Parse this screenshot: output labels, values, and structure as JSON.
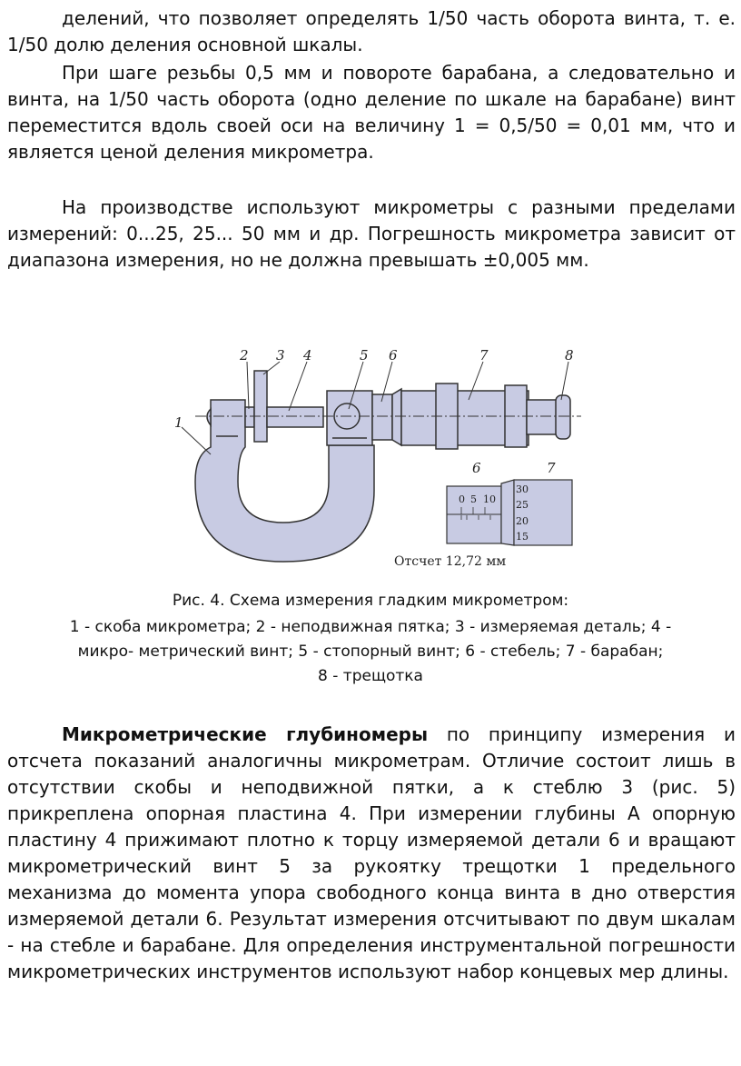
{
  "paragraphs": [
    "делений, что позволяет определять 1/50 часть оборота винта, т. е. 1/50 долю деления основной шкалы.",
    "При шаге резьбы 0,5 мм и повороте барабана, а следовательно и винта, на 1/50 часть оборота (одно деление по шкале на барабане) винт переместится вдоль своей оси на величину 1 = 0,5/50 = 0,01 мм, что и является ценой деления микрометра.",
    "На производстве используют микрометры с разными пределами измерений: 0...25, 25... 50 мм и др. Погрешность микрометра зависит от диапазона измерения, но не должна превышать ±0,005 мм."
  ],
  "figure": {
    "labels": [
      "1",
      "2",
      "3",
      "4",
      "5",
      "6",
      "7",
      "8"
    ],
    "inset_labels": [
      "6",
      "7"
    ],
    "stem_scale": [
      "0",
      "5",
      "10"
    ],
    "drum_scale": [
      "30",
      "25",
      "20",
      "15"
    ],
    "reading": "Отсчет 12,72 мм"
  },
  "caption": {
    "title": "Рис. 4. Схема измерения гладким микрометром:",
    "line1": "1 - скоба микрометра; 2 - неподвижная пятка; 3 - измеряемая деталь; 4 -",
    "line2": "микро- метрический винт; 5 - стопорный винт; 6 - стебель; 7 - барабан;",
    "line3": "8 - трещотка"
  },
  "last_paragraph": {
    "bold": "Микрометрические глубиномеры",
    "text": " по принципу измерения и отсчета показаний аналогичны микрометрам. Отличие состоит лишь в отсутствии скобы и неподвижной пятки, а к стеблю 3 (рис. 5) прикреплена опорная пластина 4. При измерении глубины А опорную пластину 4 прижимают плотно к торцу измеряемой детали 6 и вращают микрометрический винт 5 за рукоятку трещотки 1 предельного механизма до момента упора свободного конца винта в дно отверстия измеряемой детали 6. Результат измерения отсчитывают по двум шкалам - на стебле и барабане. Для определения инструментальной погрешности микрометрических инструментов используют набор концевых мер длины."
  }
}
